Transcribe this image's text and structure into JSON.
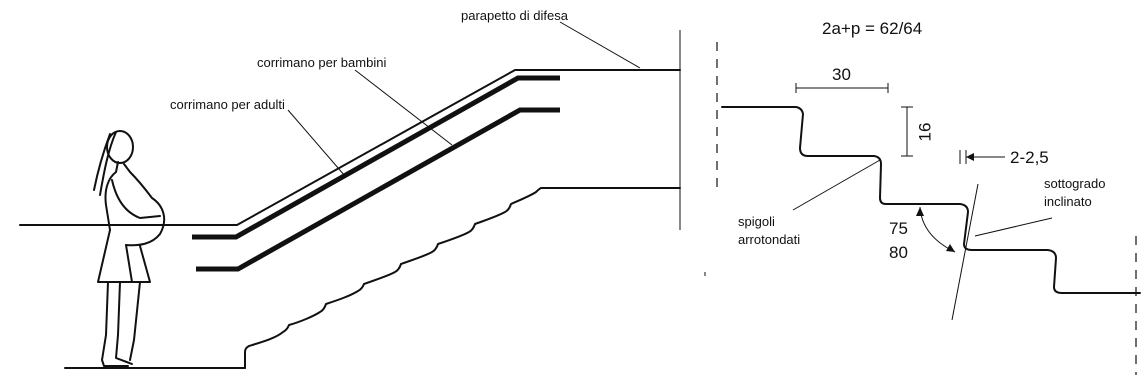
{
  "left_section": {
    "labels": {
      "parapet": "parapetto di difesa",
      "child_handrail": "corrimano per bambini",
      "adult_handrail": "corrimano per adulti"
    }
  },
  "right_section": {
    "formula": "2a+p = 62/64",
    "tread_dimension": "30",
    "riser_dimension": "16",
    "nosing_dimension": "2-2,5",
    "rounded_edges": [
      "spigoli",
      "arrotondati"
    ],
    "inclined_riser": [
      "sottogrado",
      "inclinato"
    ],
    "angle": [
      "75",
      "80"
    ]
  }
}
